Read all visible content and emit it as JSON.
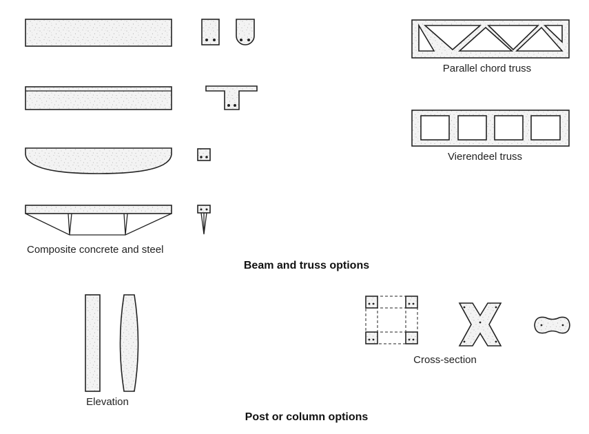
{
  "labels": {
    "parallel_chord_truss": "Parallel chord truss",
    "vierendeel_truss": "Vierendeel truss",
    "composite": "Composite concrete and steel",
    "beam_truss_heading": "Beam and truss options",
    "elevation": "Elevation",
    "cross_section": "Cross-section",
    "post_column_heading": "Post or column options"
  },
  "colors": {
    "line": "#222222",
    "concrete_fill": "#f3f3f3",
    "background": "#ffffff"
  }
}
